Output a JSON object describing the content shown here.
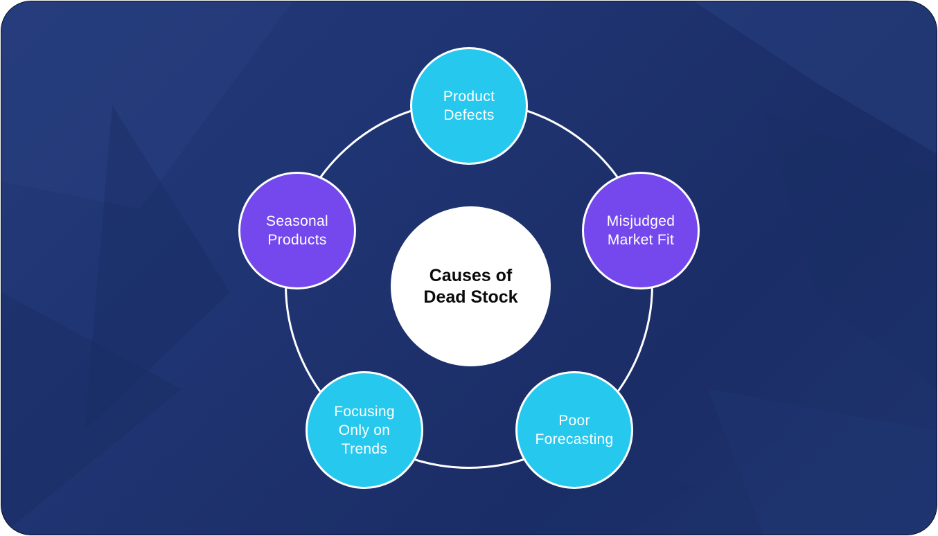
{
  "diagram": {
    "center": {
      "label": "Causes of\nDead Stock"
    },
    "nodes": [
      {
        "id": "product-defects",
        "label": "Product\nDefects",
        "color": "#26c8ee"
      },
      {
        "id": "misjudged-market-fit",
        "label": "Misjudged\nMarket Fit",
        "color": "#7448ec"
      },
      {
        "id": "poor-forecasting",
        "label": "Poor\nForecasting",
        "color": "#26c8ee"
      },
      {
        "id": "focusing-only-on-trends",
        "label": "Focusing\nOnly on\nTrends",
        "color": "#26c8ee"
      },
      {
        "id": "seasonal-products",
        "label": "Seasonal\nProducts",
        "color": "#7448ec"
      }
    ]
  },
  "colors": {
    "background": "#1f3472",
    "cyan": "#26c8ee",
    "purple": "#7448ec",
    "ring": "#ffffff"
  }
}
